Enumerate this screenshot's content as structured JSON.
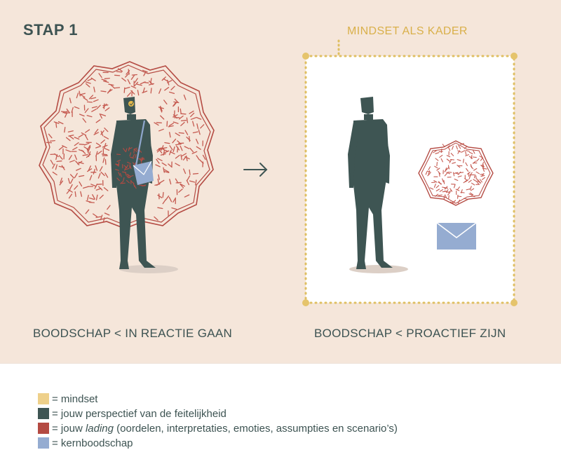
{
  "title": "STAP 1",
  "left": {
    "caption": "BOODSCHAP < IN REACTIE GAAN"
  },
  "right": {
    "frame_label": "MINDSET ALS KADER",
    "caption": "BOODSCHAP < PROACTIEF ZIJN"
  },
  "arrow": "→",
  "colors": {
    "mindset": "#eed08a",
    "perspective": "#3e5553",
    "lading": "#b44a42",
    "kernboodschap": "#95acd1",
    "frame": "#dfbf62",
    "background": "#f5e6da"
  },
  "legend": [
    {
      "key": "mindset",
      "text": "= mindset"
    },
    {
      "key": "perspective",
      "text": "= jouw perspectief van de feitelijkheid"
    },
    {
      "key": "lading",
      "prefix": "= jouw ",
      "italic": "lading",
      "suffix": " (oordelen, interpretaties, emoties, assumpties en scenario’s)"
    },
    {
      "key": "kernboodschap",
      "text": "= kernboodschap"
    }
  ]
}
